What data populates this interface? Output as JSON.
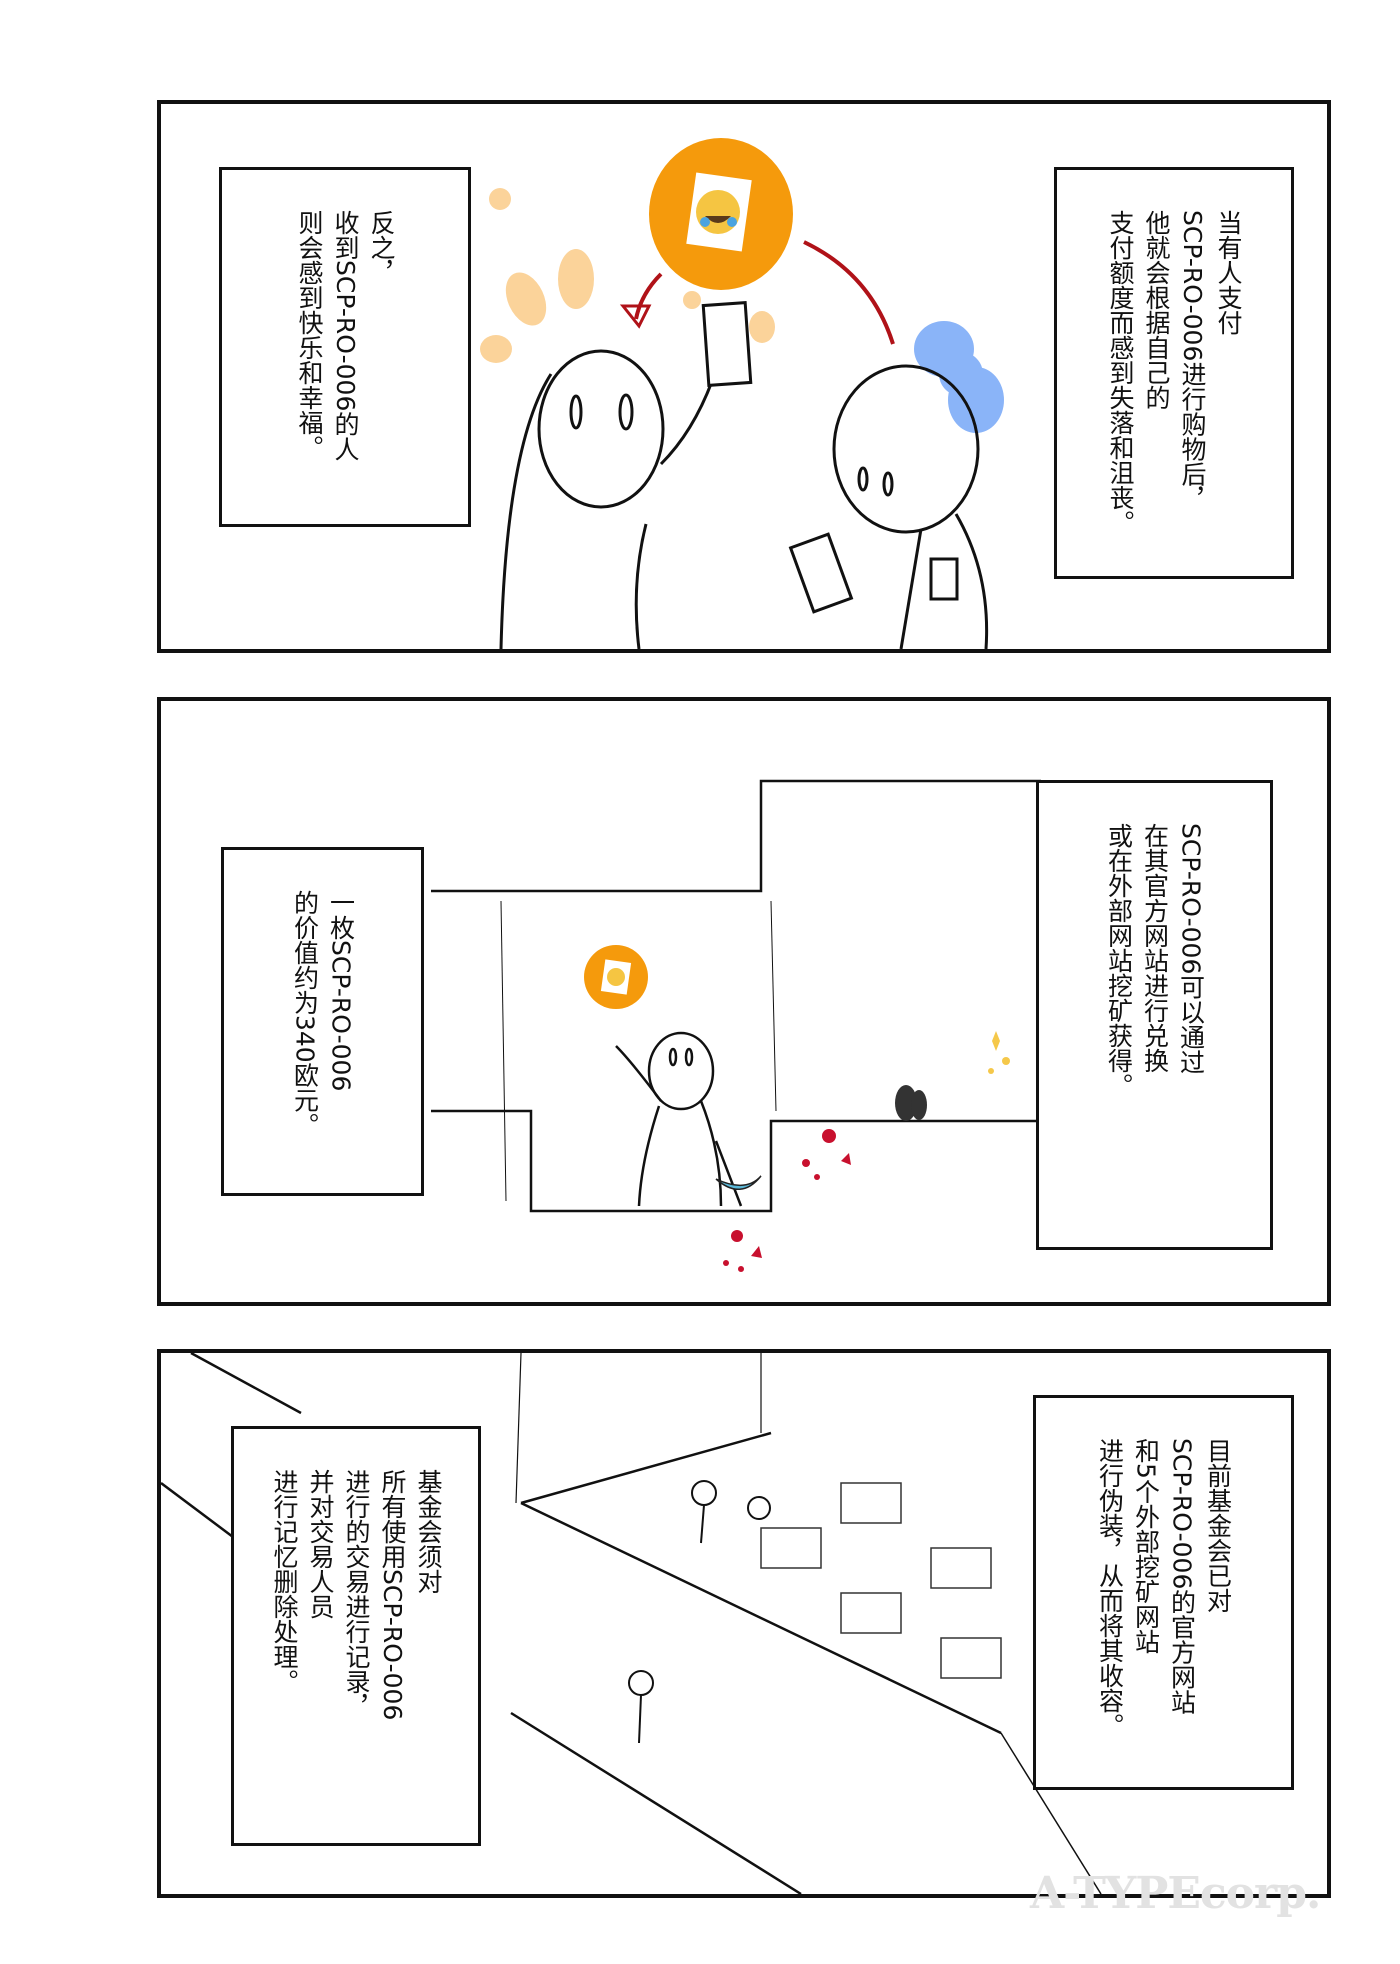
{
  "panels": [
    {
      "left_caption": [
        "反之，",
        "收到SCP-RO-006的人",
        "则会感到快乐和幸福。"
      ],
      "right_caption": [
        "当有人支付",
        "SCP-RO-006进行购物后，",
        "他就会根据自己的",
        "支付额度而感到失落和沮丧。"
      ],
      "coin_icon": "laughing-emoji-bitcoin",
      "colors": {
        "coin": "#f59a0c",
        "arrow": "#b01218",
        "happy_dots": "#fbd39a",
        "sad_cloud": "#8ab4f8"
      }
    },
    {
      "left_caption": [
        "一枚SCP-RO-006",
        "的价值约为340欧元。"
      ],
      "right_caption": [
        "SCP-RO-006可以通过",
        "在其官方网站进行兑换",
        "或在外部网站挖矿获得。"
      ],
      "colors": {
        "pickaxe": "#5ab8d8",
        "ore": "#c8102e",
        "sparkle": "#f5c84a"
      }
    },
    {
      "left_caption": [
        "基金会须对",
        "所有使用SCP-RO-006",
        "进行的交易进行记录，",
        "并对交易人员",
        "进行记忆删除处理。"
      ],
      "right_caption": [
        "目前基金会已对",
        "SCP-RO-006的官方网站",
        "和5个外部挖矿网站",
        "进行伪装，从而将其收容。"
      ]
    }
  ],
  "watermark": "A-TYPEcorp."
}
